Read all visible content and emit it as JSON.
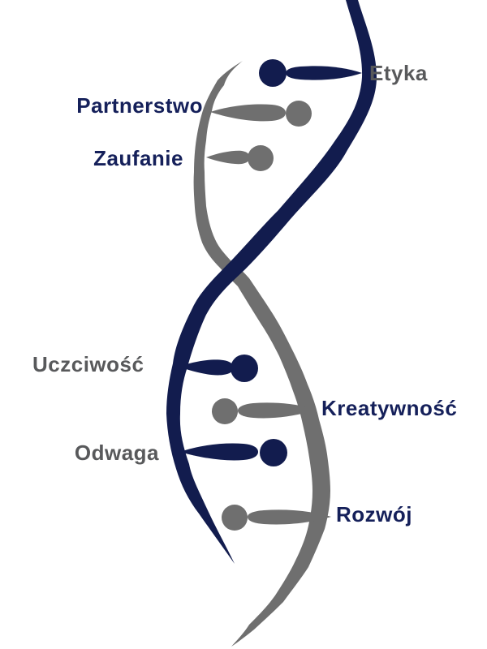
{
  "diagram": {
    "type": "dna-helix-values",
    "description_semantics": "DNA double helix with company values as base-pair labels",
    "colors": {
      "navy": "#121c4e",
      "gray": "#6f6f6f",
      "label_navy": "#15205a",
      "label_gray": "#58595b",
      "background": "#ffffff"
    },
    "values": [
      {
        "label": "Etyka",
        "side": "right",
        "node_color": "navy",
        "label_color": "gray"
      },
      {
        "label": "Partnerstwo",
        "side": "left",
        "node_color": "gray",
        "label_color": "navy"
      },
      {
        "label": "Zaufanie",
        "side": "left",
        "node_color": "gray",
        "label_color": "navy"
      },
      {
        "label": "Uczciwość",
        "side": "left",
        "node_color": "navy",
        "label_color": "gray"
      },
      {
        "label": "Kreatywność",
        "side": "right",
        "node_color": "gray",
        "label_color": "navy"
      },
      {
        "label": "Odwaga",
        "side": "left",
        "node_color": "navy",
        "label_color": "gray"
      },
      {
        "label": "Rozwój",
        "side": "right",
        "node_color": "gray",
        "label_color": "navy"
      }
    ]
  }
}
